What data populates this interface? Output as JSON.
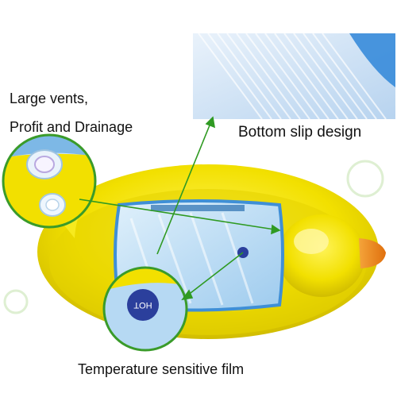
{
  "annotations": {
    "vents_line1": "Large vents,",
    "vents_line2": "Profit and Drainage",
    "bottom_slip": "Bottom slip design",
    "temperature": "Temperature sensitive film",
    "hot_mark": "HOT"
  },
  "colors": {
    "duck_yellow": "#f2e000",
    "duck_shadow": "#c9b400",
    "pool_blue": "#b9dcf5",
    "rim_blue": "#3f8fd6",
    "beak_orange": "#f08a1c",
    "callout_green": "#3a9b2a",
    "sensor_navy": "#2b3f9c"
  }
}
